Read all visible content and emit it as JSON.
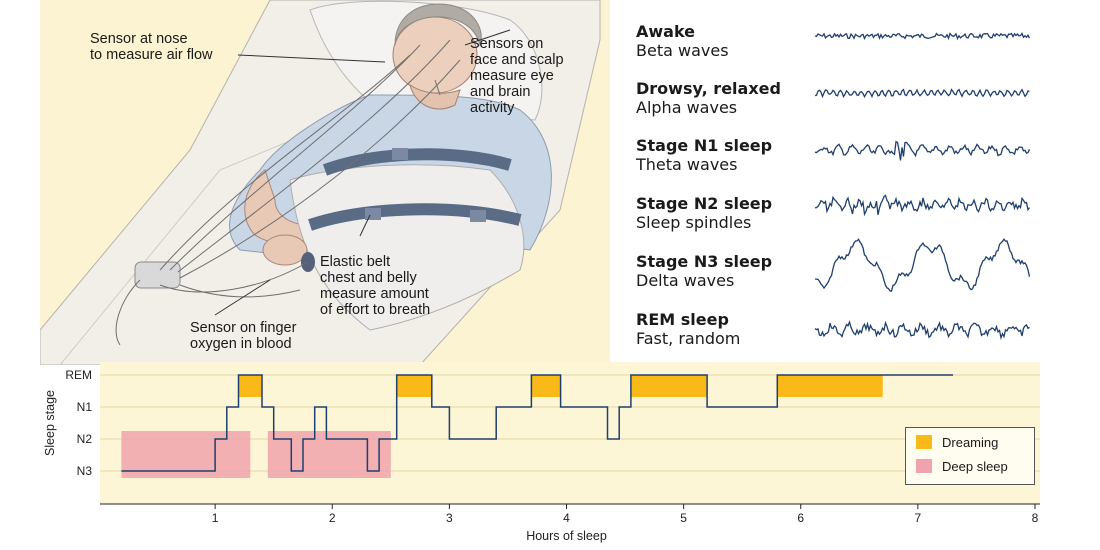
{
  "illustration": {
    "labels": {
      "nose_sensor": "Sensor at nose\nto measure air flow",
      "face_sensors": "Sensors on\nface and scalp\nmeasure eye\nand brain\nactivity",
      "belt": "Elastic belt\nchest and belly\nmeasure amount\nof effort to breath",
      "finger_sensor": "Sensor on finger\noxygen in blood"
    }
  },
  "waves": [
    {
      "title": "Awake",
      "subtitle": "Beta waves",
      "kind": "beta"
    },
    {
      "title": "Drowsy, relaxed",
      "subtitle": "Alpha waves",
      "kind": "alpha"
    },
    {
      "title": "Stage N1 sleep",
      "subtitle": "Theta waves",
      "kind": "theta"
    },
    {
      "title": "Stage N2 sleep",
      "subtitle": "Sleep spindles",
      "kind": "spindles"
    },
    {
      "title": "Stage N3 sleep",
      "subtitle": "Delta waves",
      "kind": "delta"
    },
    {
      "title": "REM sleep",
      "subtitle": "Fast, random",
      "kind": "rem"
    }
  ],
  "colors": {
    "dreaming": "#f9b919",
    "deep_sleep": "#f1a3ad",
    "hypnogram_line": "#1f3f6e",
    "chart_bg": "#fcf5d6",
    "illus_bg": "#fcf3d2"
  },
  "chart_data": {
    "type": "line",
    "xlabel": "Hours of sleep",
    "ylabel": "Sleep stage",
    "stage_labels": [
      "REM",
      "N1",
      "N2",
      "N3"
    ],
    "x_ticks": [
      1,
      2,
      3,
      4,
      5,
      6,
      7,
      8
    ],
    "xlim": [
      0,
      8
    ],
    "hypnogram": [
      [
        0.2,
        "N3"
      ],
      [
        1.0,
        "N3"
      ],
      [
        1.0,
        "N2"
      ],
      [
        1.1,
        "N2"
      ],
      [
        1.1,
        "N1"
      ],
      [
        1.2,
        "N1"
      ],
      [
        1.2,
        "REM"
      ],
      [
        1.4,
        "REM"
      ],
      [
        1.4,
        "N1"
      ],
      [
        1.5,
        "N1"
      ],
      [
        1.5,
        "N2"
      ],
      [
        1.65,
        "N2"
      ],
      [
        1.65,
        "N3"
      ],
      [
        1.75,
        "N3"
      ],
      [
        1.75,
        "N2"
      ],
      [
        1.85,
        "N2"
      ],
      [
        1.85,
        "N1"
      ],
      [
        1.95,
        "N1"
      ],
      [
        1.95,
        "N2"
      ],
      [
        2.3,
        "N2"
      ],
      [
        2.3,
        "N3"
      ],
      [
        2.4,
        "N3"
      ],
      [
        2.4,
        "N2"
      ],
      [
        2.55,
        "N2"
      ],
      [
        2.55,
        "REM"
      ],
      [
        2.85,
        "REM"
      ],
      [
        2.85,
        "N1"
      ],
      [
        3.0,
        "N1"
      ],
      [
        3.0,
        "N2"
      ],
      [
        3.4,
        "N2"
      ],
      [
        3.4,
        "N1"
      ],
      [
        3.7,
        "N1"
      ],
      [
        3.7,
        "REM"
      ],
      [
        3.95,
        "REM"
      ],
      [
        3.95,
        "N1"
      ],
      [
        4.35,
        "N1"
      ],
      [
        4.35,
        "N2"
      ],
      [
        4.45,
        "N2"
      ],
      [
        4.45,
        "N1"
      ],
      [
        4.55,
        "N1"
      ],
      [
        4.55,
        "REM"
      ],
      [
        5.2,
        "REM"
      ],
      [
        5.2,
        "N1"
      ],
      [
        5.8,
        "N1"
      ],
      [
        5.8,
        "REM"
      ],
      [
        7.3,
        "REM"
      ]
    ],
    "dreaming_periods": [
      [
        1.2,
        1.4
      ],
      [
        2.55,
        2.85
      ],
      [
        3.7,
        3.95
      ],
      [
        4.55,
        5.2
      ],
      [
        5.8,
        6.7
      ]
    ],
    "deep_sleep_periods": [
      [
        0.2,
        1.3
      ],
      [
        1.45,
        2.5
      ]
    ],
    "legend": [
      {
        "label": "Dreaming",
        "color": "#f9b919"
      },
      {
        "label": "Deep sleep",
        "color": "#f1a3ad"
      }
    ]
  }
}
